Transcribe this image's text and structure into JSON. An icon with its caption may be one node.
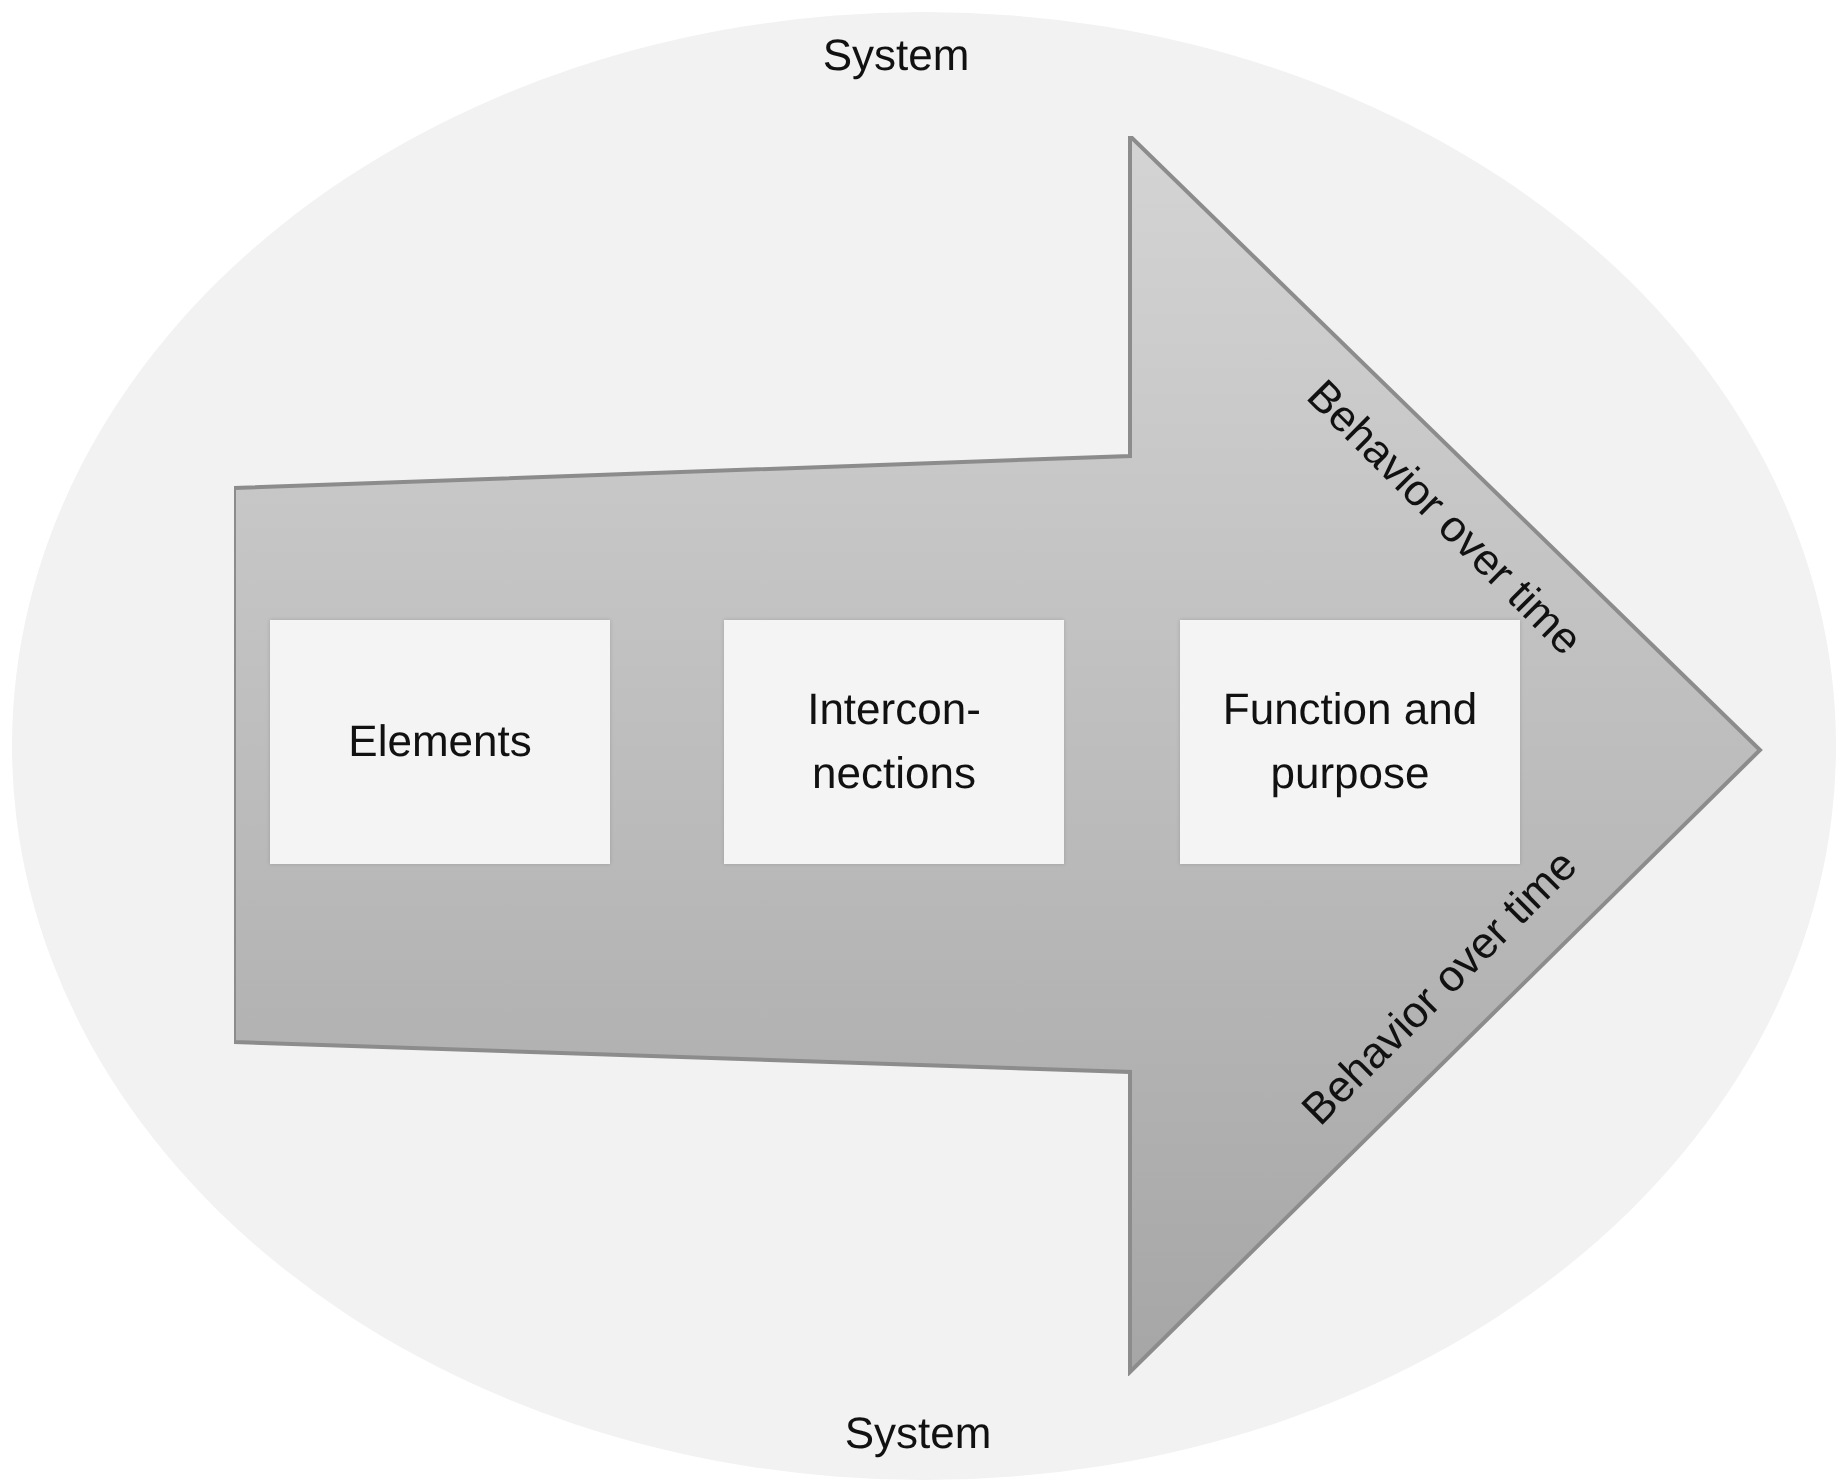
{
  "diagram": {
    "nodes": [
      {
        "text": [
          "System",
          "System"
        ]
      },
      {
        "text": [
          "Behavior over time",
          "Behavior over time"
        ],
        "in": 0
      },
      {
        "text": [
          "Elements"
        ],
        "in": 1
      },
      {
        "text": [
          "Intercon- nections"
        ],
        "in": 1
      },
      {
        "text": [
          "Function and purpose"
        ],
        "in": 1
      }
    ]
  }
}
